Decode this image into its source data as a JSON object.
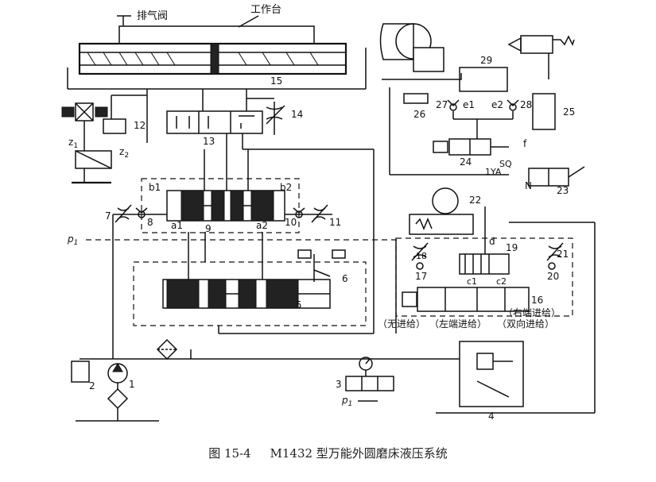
{
  "labels": {
    "exhaust_valve": "排气阀",
    "worktable": "工作台",
    "n1": "1",
    "n2": "2",
    "n3": "3",
    "n4": "4",
    "n5": "5",
    "n6": "6",
    "n7": "7",
    "n8": "8",
    "n9": "9",
    "n10": "10",
    "n11": "11",
    "n12": "12",
    "n13": "13",
    "n14": "14",
    "n15": "15",
    "n16": "16",
    "n17": "17",
    "n18": "18",
    "n19": "19",
    "n20": "20",
    "n21": "21",
    "n22": "22",
    "n23": "23",
    "n24": "24",
    "n25": "25",
    "n26": "26",
    "n27": "27",
    "n28": "28",
    "n29": "29",
    "z1": "z",
    "z1_sub": "1",
    "z2": "z",
    "z2_sub": "2",
    "a1": "a1",
    "a2": "a2",
    "b1": "b1",
    "b2": "b2",
    "c1": "c1",
    "c2": "c2",
    "d": "d",
    "e1": "e1",
    "e2": "e2",
    "f": "f",
    "N": "N",
    "sq": "SQ",
    "ya": "1YA",
    "p1_left": "p",
    "p1_left_sub": "1",
    "p1_bottom": "p",
    "p1_bottom_sub": "1",
    "no_feed": "（无进给）",
    "left_feed": "（左端进给）",
    "right_feed": "（右端进给）",
    "double_feed": "（双向进给）"
  },
  "caption": {
    "fig_no": "图 15-4",
    "title": "M1432 型万能外圆磨床液压系统"
  },
  "colors": {
    "line": "#111111",
    "background": "#ffffff"
  }
}
